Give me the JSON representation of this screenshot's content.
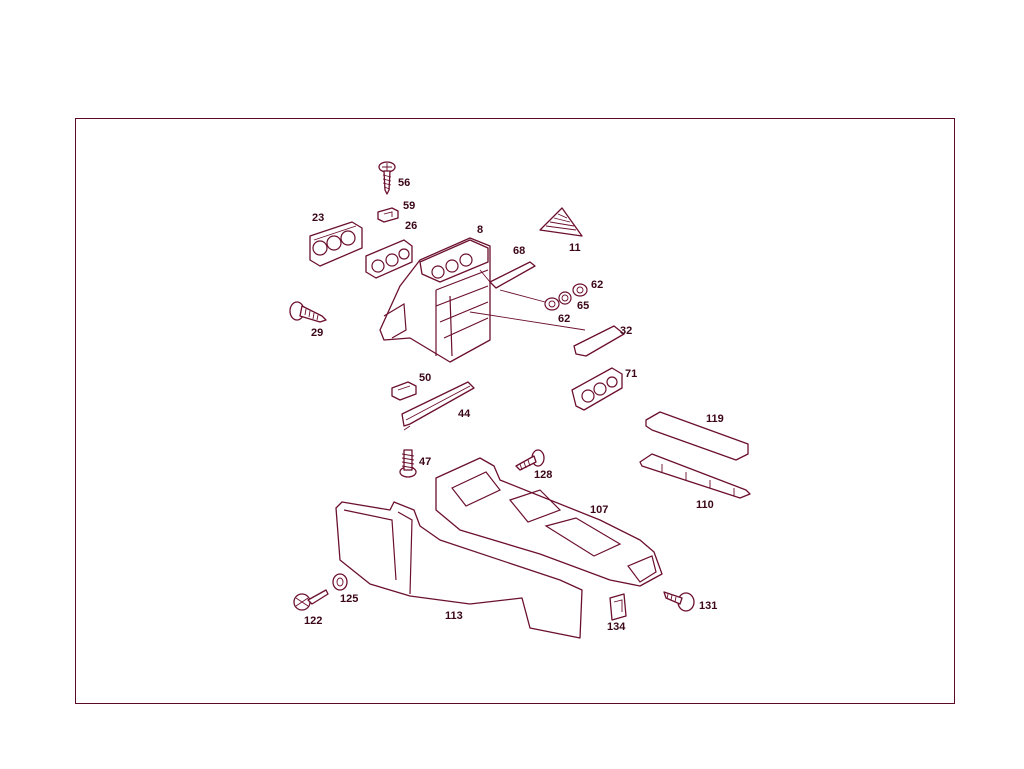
{
  "diagram": {
    "callouts": {
      "p56": "56",
      "p59": "59",
      "p26": "26",
      "p23": "23",
      "p8": "8",
      "p68": "68",
      "p11": "11",
      "p62a": "62",
      "p65": "65",
      "p62b": "62",
      "p29": "29",
      "p32": "32",
      "p71": "71",
      "p50": "50",
      "p44": "44",
      "p119": "119",
      "p47": "47",
      "p128": "128",
      "p107": "107",
      "p110": "110",
      "p125": "125",
      "p113": "113",
      "p131": "131",
      "p122": "122",
      "p134": "134"
    },
    "colors": {
      "stroke": "#6b0f2e",
      "frame": "#5a0a26",
      "text": "#3a0618"
    }
  }
}
